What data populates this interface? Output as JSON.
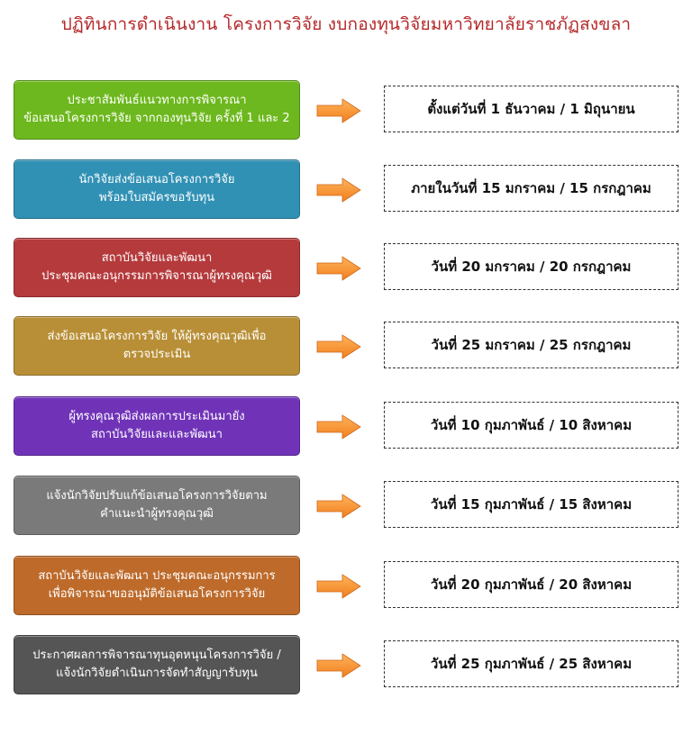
{
  "title": "ปฏิทินการดำเนินงาน โครงการวิจัย งบกองทุนวิจัยมหาวิทยาลัยราชภัฏสงขลา",
  "colors": {
    "title": "#b5282a",
    "arrow": "#f07f1e"
  },
  "steps": [
    {
      "line1": "ประชาสัมพันธ์แนวทางการพิจารณา",
      "line2": "ข้อเสนอโครงการวิจัย จากกองทุนวิจัย ครั้งที่ 1 และ 2",
      "date": "ตั้งแต่วันที่ 1 ธันวาคม / 1 มิถุนายน",
      "color": "#6db81e"
    },
    {
      "line1": "นักวิจัยส่งข้อเสนอโครงการวิจัย",
      "line2": "พร้อมใบสมัครขอรับทุน",
      "date": "ภายในวันที่ 15 มกราคม / 15 กรกฎาคม",
      "color": "#3191b5"
    },
    {
      "line1": "สถาบันวิจัยและพัฒนา",
      "line2": "ประชุมคณะอนุกรรมการพิจารณาผู้ทรงคุณวุฒิ",
      "date": "วันที่ 20 มกราคม / 20 กรกฎาคม",
      "color": "#b53a3c"
    },
    {
      "line1": "ส่งข้อเสนอโครงการวิจัย ให้ผู้ทรงคุณวุฒิเพื่อ",
      "line2": "ตรวจประเมิน",
      "date": "วันที่ 25 มกราคม / 25 กรกฎาคม",
      "color": "#b88f36"
    },
    {
      "line1": "ผู้ทรงคุณวุฒิส่งผลการประเมินมายัง",
      "line2": "สถาบันวิจัยและและพัฒนา",
      "date": "วันที่ 10 กุมภาพันธ์ / 10 สิงหาคม",
      "color": "#7033b8"
    },
    {
      "line1": "แจ้งนักวิจัยปรับแก้ข้อเสนอโครงการวิจัยตาม",
      "line2": "คำแนะนำผู้ทรงคุณวุฒิ",
      "date": "วันที่ 15 กุมภาพันธ์ / 15 สิงหาคม",
      "color": "#7a7a7a"
    },
    {
      "line1": "สถาบันวิจัยและพัฒนา ประชุมคณะอนุกรรมการ",
      "line2": "เพื่อพิจารณาขออนุมัติข้อเสนอโครงการวิจัย",
      "date": "วันที่ 20 กุมภาพันธ์ / 20 สิงหาคม",
      "color": "#bd6a2a"
    },
    {
      "line1": "ประกาศผลการพิจารณาทุนอุดหนุนโครงการวิจัย /",
      "line2": "แจ้งนักวิจัยดำเนินการจัดทำสัญญารับทุน",
      "date": "วันที่ 25 กุมภาพันธ์ / 25 สิงหาคม",
      "color": "#555555"
    }
  ]
}
